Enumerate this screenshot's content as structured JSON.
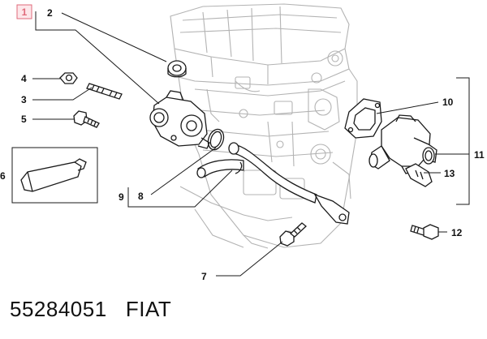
{
  "callouts": {
    "c1": "1",
    "c2": "2",
    "c3": "3",
    "c4": "4",
    "c5": "5",
    "c6": "6",
    "c7": "7",
    "c8": "8",
    "c9": "9",
    "c10": "10",
    "c11": "11",
    "c12": "12",
    "c13": "13"
  },
  "highlight_color": "#e06a7a",
  "footer": {
    "part_number": "55284051",
    "brand": "FIAT"
  }
}
